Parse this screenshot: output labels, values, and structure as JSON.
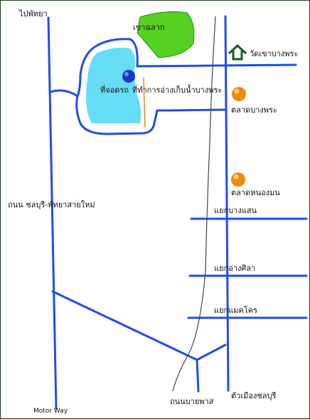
{
  "map": {
    "labels": {
      "to_pattaya": "ไปพัทยา",
      "khao_lak": "เขาฉลาก",
      "wat_khao_bang_phra": "วัดเขาบางพระ",
      "parking": "ที่จอดรถ",
      "reservoir_office": "ที่ทำการอ่างเก็บน้ำบางพระ",
      "bang_phra_market": "ตลาดบางพระ",
      "nong_mon_market": "ตลาดหนองมน",
      "bang_saen_junction": "แยกบางแสน",
      "ang_sila_junction": "แยกอ่างศิลา",
      "makro_junction": "แยกแมคโคร",
      "chonburi_pattaya_road": "ถนน ชลบุรี-พัทยาสายใหม่",
      "motorway": "Motor Way",
      "railway": "ถนนบายพาส",
      "chonburi_city": "ตัวเมืองชลบุรี"
    },
    "icons": {
      "temple": "temple-icon",
      "market": "orange-circle-icon",
      "parking_marker": "blue-circle-icon"
    },
    "colors": {
      "road": "#1e4fe0",
      "water": "#66ddf5",
      "hill": "#55d121",
      "temple": "#1a5a1a",
      "market_marker": "#f08a10",
      "parking_marker": "#1838c8",
      "path": "#e08a1a",
      "border": "#1a3a1a",
      "railway": "#444444"
    }
  }
}
